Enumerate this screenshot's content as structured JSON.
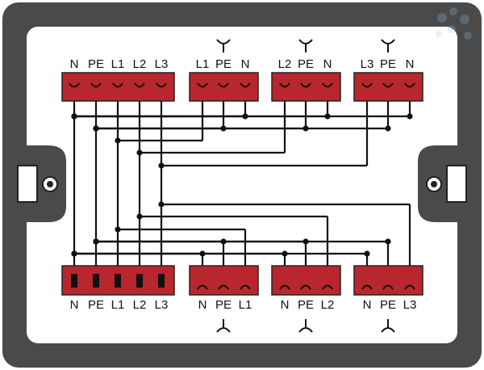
{
  "diagram": {
    "top_main_connector": {
      "labels": [
        "N",
        "PE",
        "L1",
        "L2",
        "L3"
      ],
      "type": "socket"
    },
    "top_outputs": [
      {
        "labels": [
          "L1",
          "PE",
          "N"
        ],
        "type": "socket"
      },
      {
        "labels": [
          "L2",
          "PE",
          "N"
        ],
        "type": "socket"
      },
      {
        "labels": [
          "L3",
          "PE",
          "N"
        ],
        "type": "socket"
      }
    ],
    "bottom_main_connector": {
      "labels": [
        "N",
        "PE",
        "L1",
        "L2",
        "L3"
      ],
      "type": "plug"
    },
    "bottom_outputs": [
      {
        "labels": [
          "N",
          "PE",
          "L1"
        ],
        "type": "socket"
      },
      {
        "labels": [
          "N",
          "PE",
          "L2"
        ],
        "type": "socket"
      },
      {
        "labels": [
          "N",
          "PE",
          "L3"
        ],
        "type": "socket"
      }
    ],
    "colors": {
      "connector": "#b8262e",
      "frame": "#4a4a4a",
      "wire": "#111111"
    }
  }
}
